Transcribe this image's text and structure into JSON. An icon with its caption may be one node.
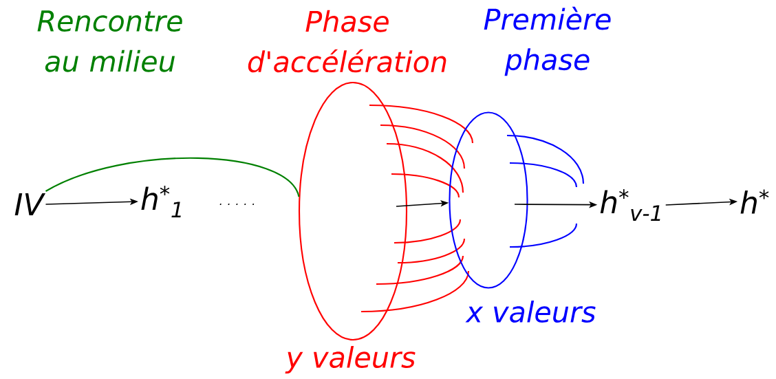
{
  "diagram": {
    "nodes": [
      {
        "text": [
          "IV"
        ]
      },
      {
        "text": [
          "h$^{*}$$_{1}$"
        ]
      },
      {
        "text": [
          "h$^{*}$$_{v-1}$"
        ]
      },
      {
        "text": [
          "h$^{*}$"
        ]
      },
      {
        "text": [],
        "shape": "ellipse"
      },
      {
        "text": [],
        "shape": "ellipse"
      }
    ],
    "edges": [
      {
        "from": 0,
        "to": 1,
        "arrow": "to"
      },
      {
        "from": 0,
        "to": 4,
        "arrow": "none",
        "color": "#008000"
      },
      {
        "from": 4,
        "to": 5,
        "arrow": "to"
      },
      {
        "from": 5,
        "to": 2,
        "arrow": "to"
      },
      {
        "from": 2,
        "to": 3,
        "arrow": "to"
      }
    ],
    "labels": [
      "Rencontre au milieu",
      "Phase d'accélération",
      "Première phase",
      ". . . . .",
      "y valeurs",
      "x valeurs"
    ]
  }
}
